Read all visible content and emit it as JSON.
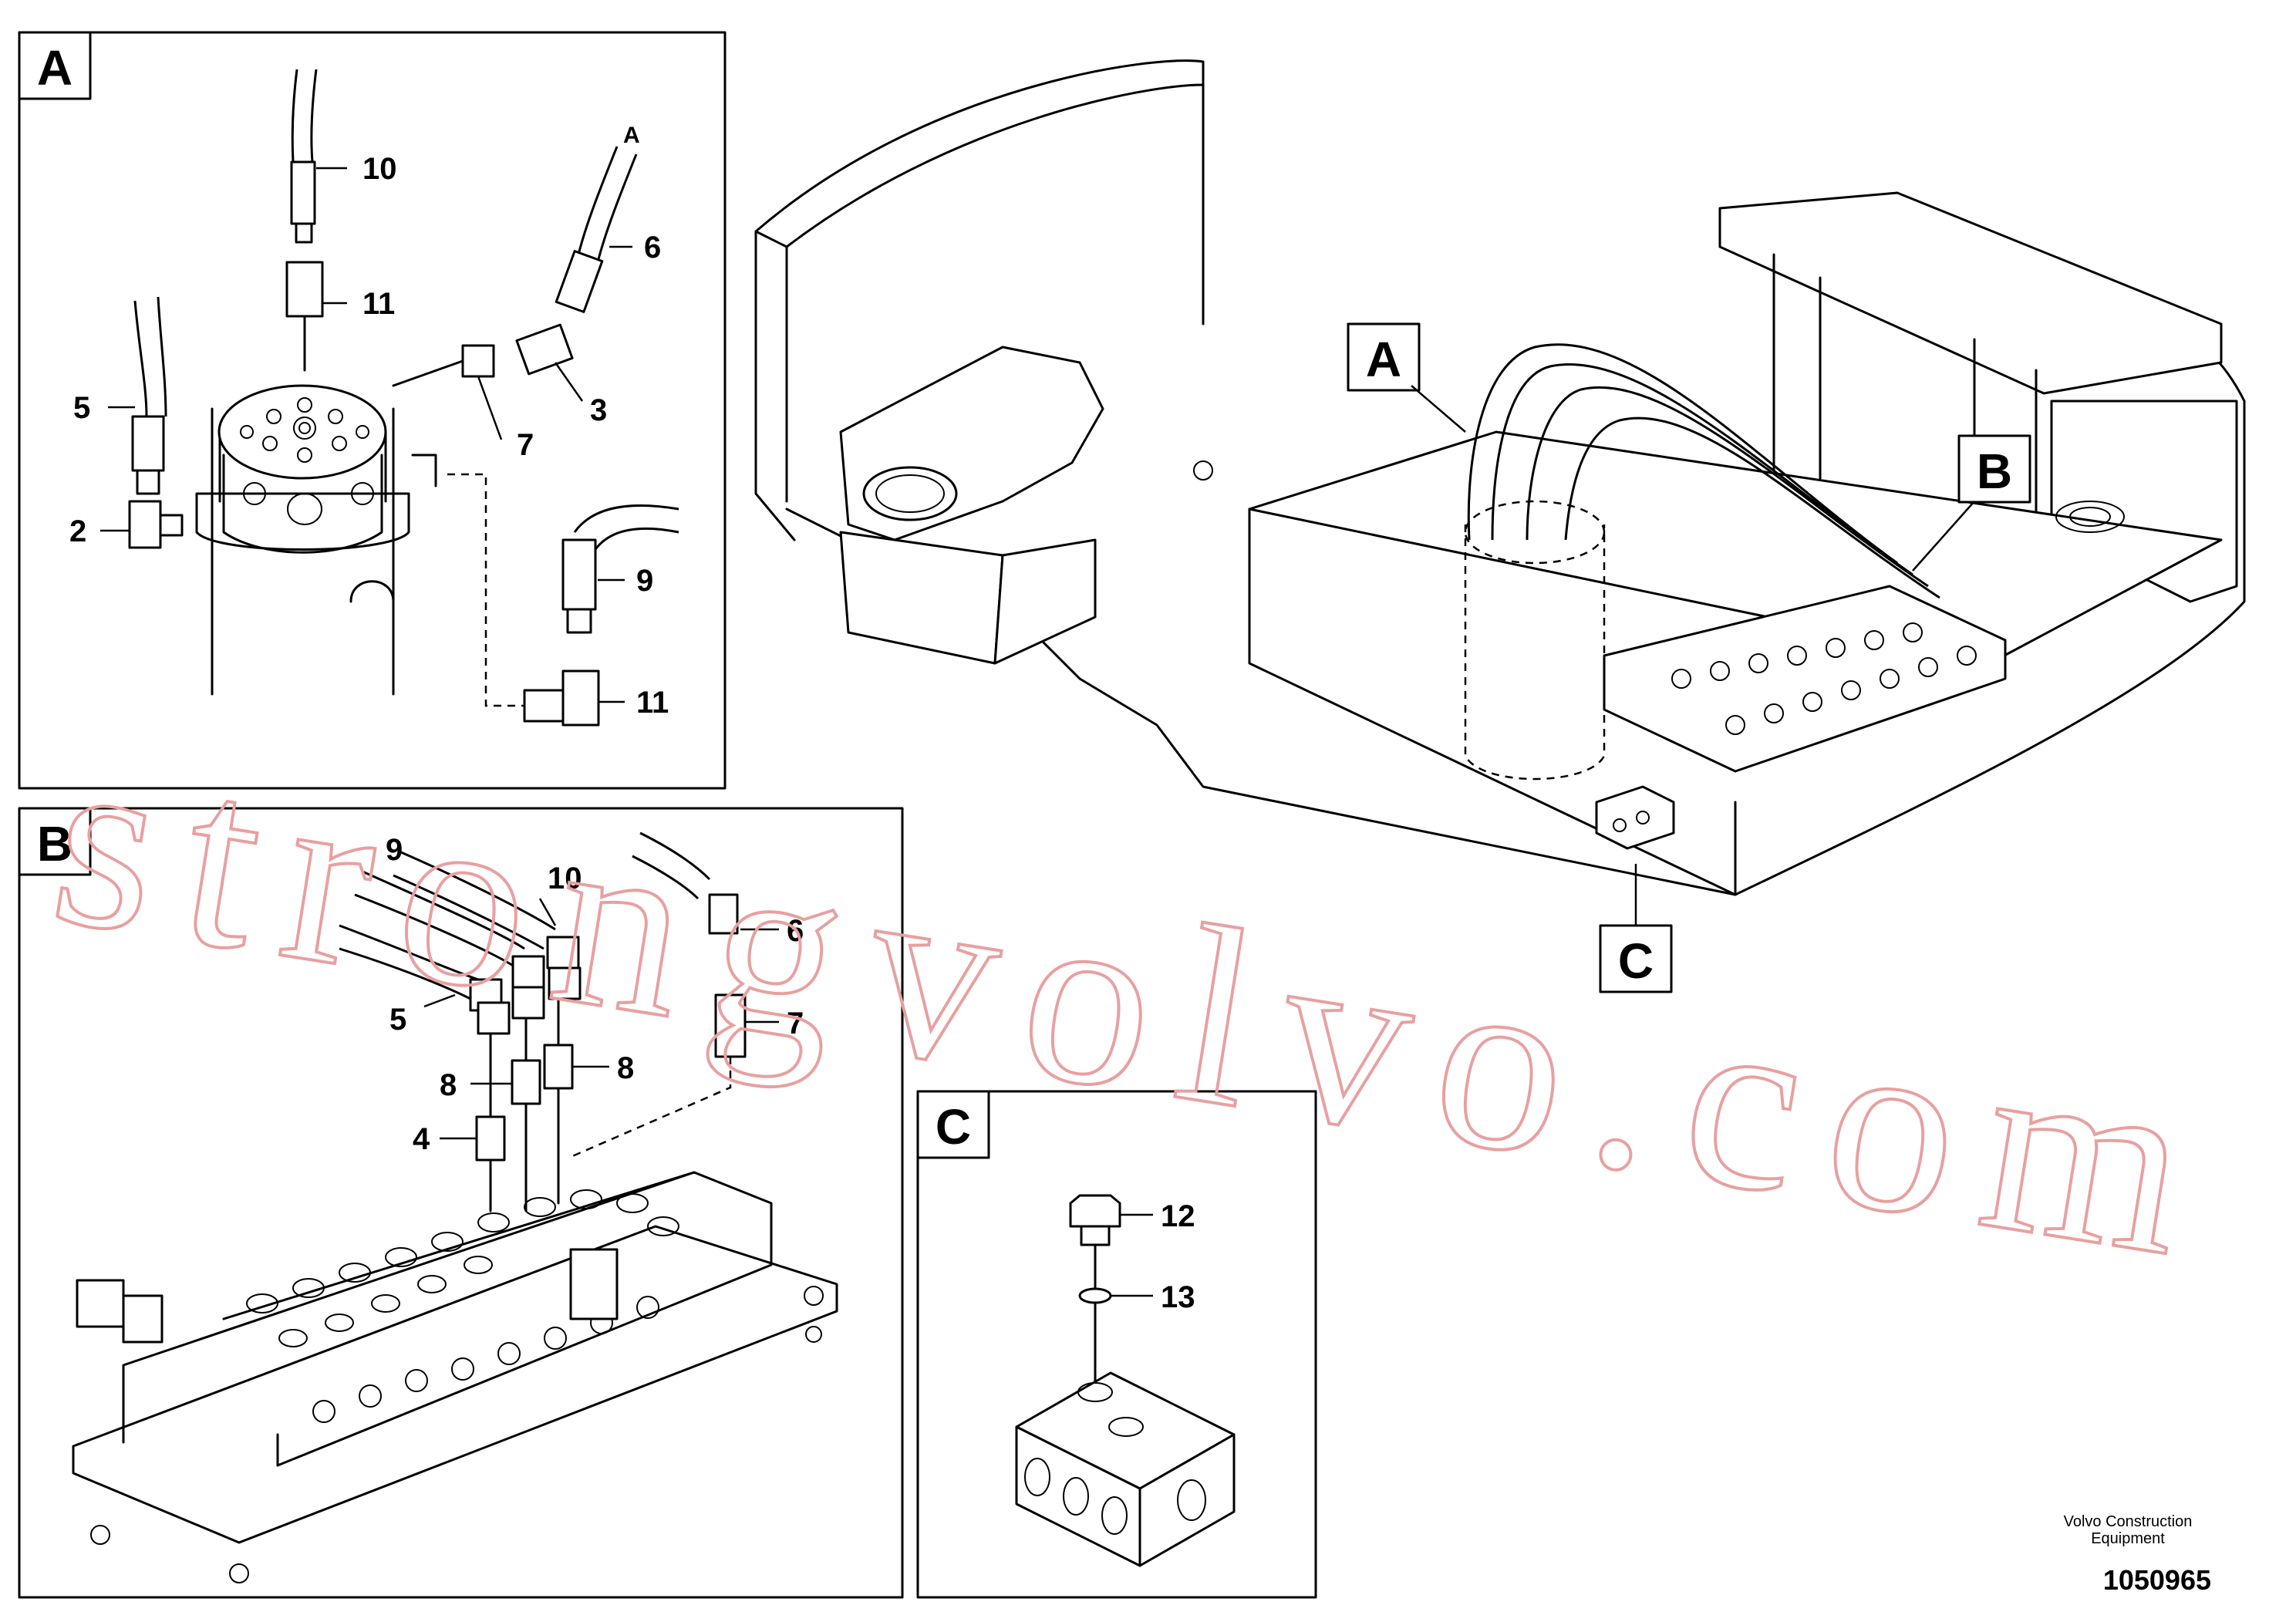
{
  "diagram": {
    "views": [
      {
        "label": "A",
        "callouts": [
          "10",
          "11",
          "6",
          "5",
          "7",
          "3",
          "2",
          "9",
          "11",
          "A"
        ]
      },
      {
        "label": "B",
        "callouts": [
          "9",
          "10",
          "6",
          "5",
          "8",
          "8",
          "4",
          "7"
        ]
      },
      {
        "label": "C",
        "callouts": [
          "12",
          "13"
        ]
      }
    ],
    "main_view_labels": [
      "A",
      "B",
      "C"
    ]
  },
  "watermark": "strongvolvo.com",
  "footer": {
    "company_line1": "Volvo Construction",
    "company_line2": "Equipment",
    "document_number": "1050965"
  }
}
